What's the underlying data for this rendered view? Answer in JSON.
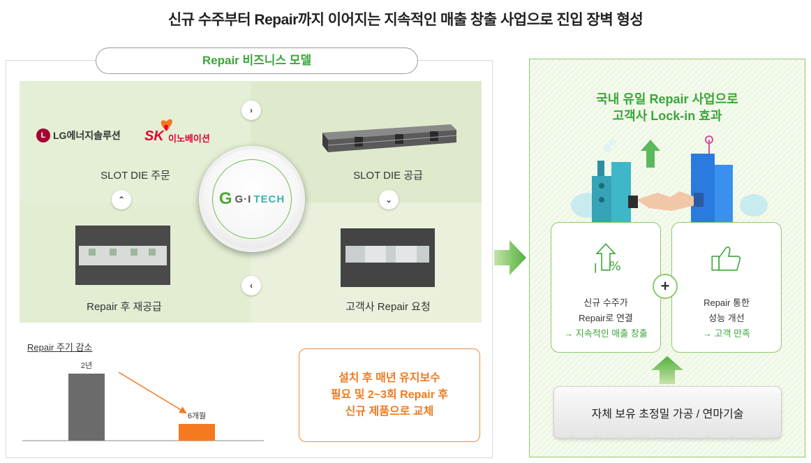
{
  "title": "신규 수주부터 Repair까지 이어지는 지속적인 매출 창출 사업으로 진입 장벽 형성",
  "left": {
    "pill": "Repair 비즈니스 모델",
    "logos": {
      "lg_mark": "L",
      "lg": "LG에너지솔루션",
      "sk": "SK",
      "sk_sub": "이노베이션"
    },
    "labels": {
      "tl": "SLOT DIE 주문",
      "tr": "SLOT DIE 공급",
      "bl": "Repair 후 재공급",
      "br": "고객사 Repair 요청"
    },
    "arrows": {
      "top": "›",
      "right": "⌄",
      "bottom": "‹",
      "left": "⌃"
    },
    "center_logo": {
      "mark": "G",
      "text_a": "G·I",
      "text_b": "TECH"
    },
    "chart_title": "Repair 주기 감소",
    "note": [
      "설치 후 매년 유지보수",
      "필요 및 2~3회 Repair 후",
      "신규 제품으로 교체"
    ]
  },
  "chart_data": {
    "type": "bar",
    "categories": [
      "",
      ""
    ],
    "values": [
      24,
      6
    ],
    "labels": [
      "2년",
      "6개월"
    ],
    "colors": [
      "#6b6b6b",
      "#f47920"
    ],
    "title": "Repair 주기 감소",
    "unit": "months"
  },
  "right": {
    "heading": [
      "국내 유일 Repair 사업으로",
      "고객사 Lock-in 효과"
    ],
    "card_left": [
      "신규 수주가",
      "Repair로 연결",
      "→ 지속적인 매출 창출"
    ],
    "card_right": [
      "Repair 통한",
      "성능 개선",
      "→ 고객 만족"
    ],
    "plus": "+",
    "tech": "자체 보유 초정밀 가공 / 연마기술"
  },
  "colors": {
    "green": "#3aa639",
    "orange": "#f07a1e",
    "grey_bar": "#6b6b6b"
  }
}
